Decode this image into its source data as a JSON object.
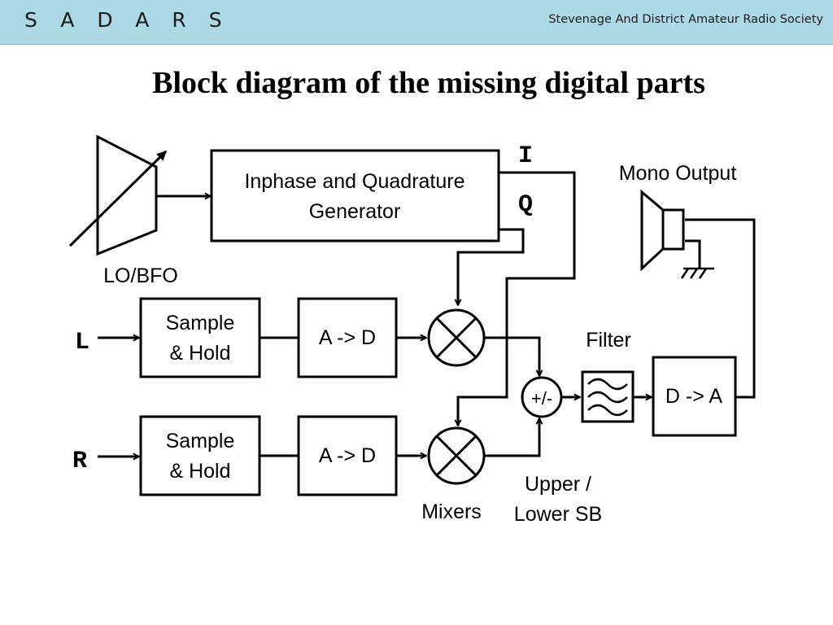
{
  "header": {
    "logo": "SADARS",
    "society": "Stevenage And District Amateur Radio Society"
  },
  "title": "Block diagram of the missing digital parts",
  "diagram": {
    "nodes": {
      "lo_bfo": "LO/BFO",
      "iq_gen_line1": "Inphase and Quadrature",
      "iq_gen_line2": "Generator",
      "i_label": "I",
      "q_label": "Q",
      "l_input": "L",
      "r_input": "R",
      "sh_top_line1": "Sample",
      "sh_top_line2": "& Hold",
      "sh_bot_line1": "Sample",
      "sh_bot_line2": "& Hold",
      "adc_top": "A -> D",
      "adc_bot": "A -> D",
      "mixers": "Mixers",
      "sum": "+/-",
      "sb_line1": "Upper /",
      "sb_line2": "Lower SB",
      "filter": "Filter",
      "dac": "D -> A",
      "mono_output": "Mono Output"
    }
  }
}
